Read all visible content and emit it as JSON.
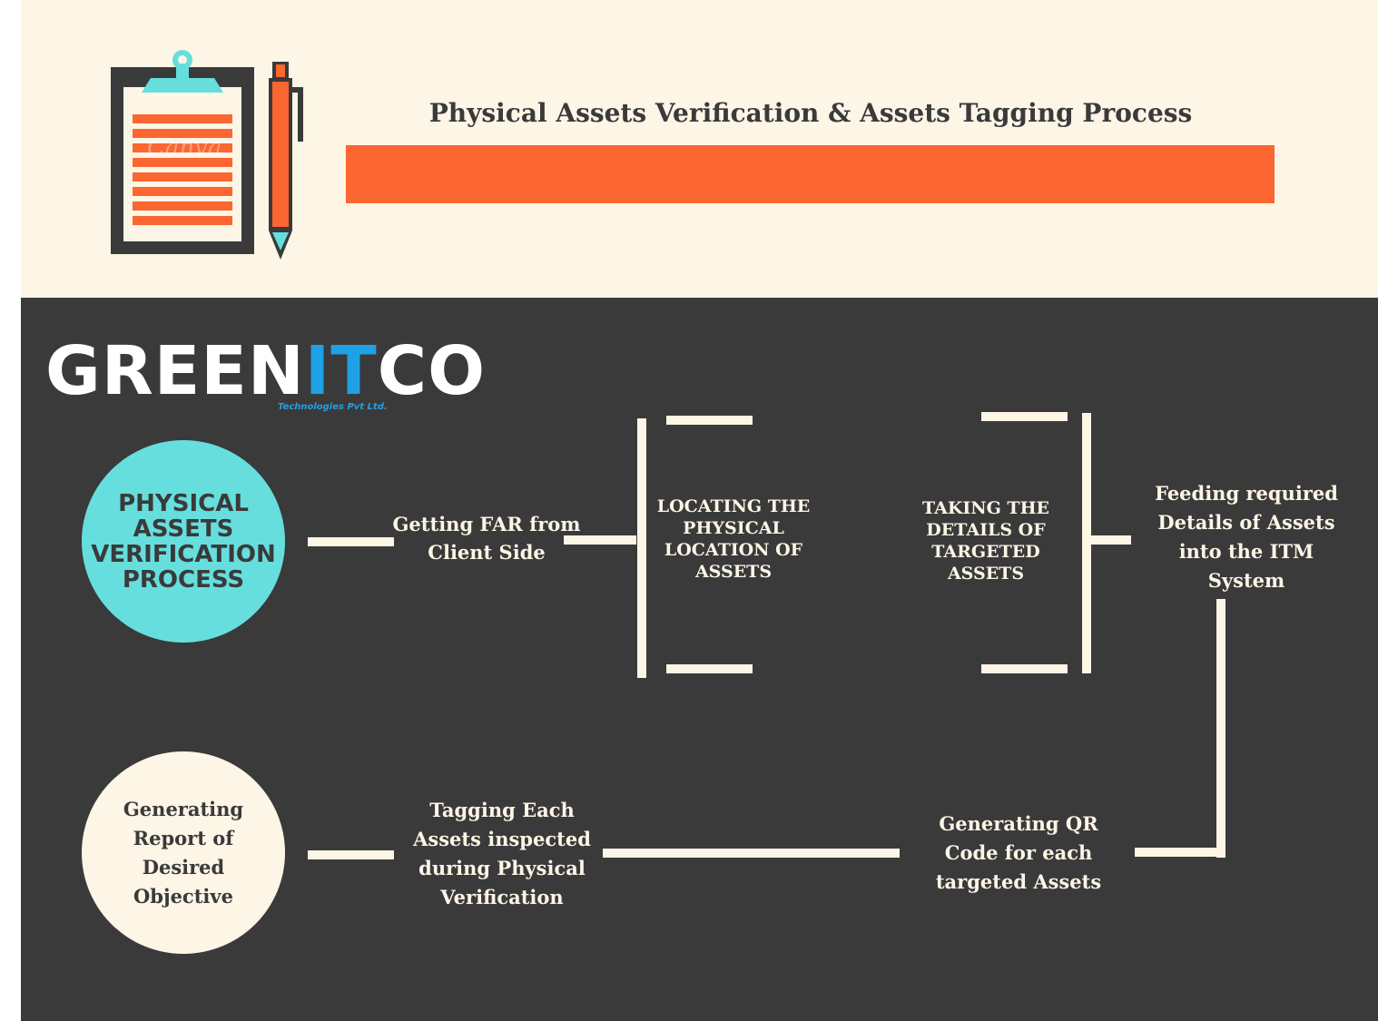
{
  "colors": {
    "header_bg": "#fdf5e6",
    "panel_bg": "#3a3a3a",
    "accent_orange": "#fc6630",
    "accent_teal": "#66dede",
    "cream": "#fdf5e6",
    "logo_blue": "#1fa1e6"
  },
  "header": {
    "title": "Physical Assets Verification & Assets Tagging Process",
    "clipboard_watermark": "Canva"
  },
  "logo": {
    "part1": "GREEN",
    "part2": "IT",
    "part3": "CO",
    "tagline": "Technologies Pvt Ltd."
  },
  "flow": {
    "start": "PHYSICAL\nASSETS\nVERIFICATION\nPROCESS",
    "step1": "Getting FAR from\nClient Side",
    "step2": "LOCATING THE\nPHYSICAL\nLOCATION OF\nASSETS",
    "step3": "TAKING THE\nDETAILS OF\nTARGETED\nASSETS",
    "step4": "Feeding required\nDetails of Assets\ninto the ITM\nSystem",
    "step5": "Generating QR\nCode for each\ntargeted Assets",
    "step6": "Tagging Each\nAssets inspected\nduring Physical\nVerification",
    "end": "Generating\nReport of\nDesired\nObjective"
  }
}
